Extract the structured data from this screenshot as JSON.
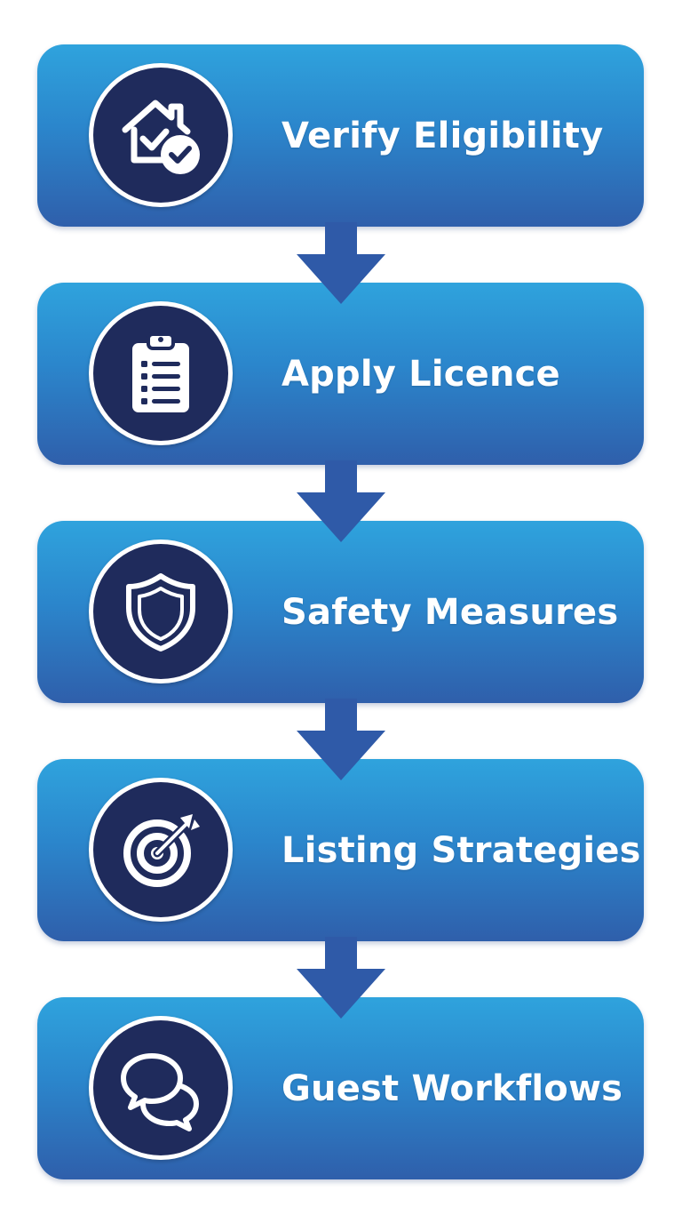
{
  "colors": {
    "box_top": "#2fa3dd",
    "box_bottom": "#2f5fab",
    "badge_fill": "#1f2b5c",
    "arrow": "#2f5aa8",
    "text": "#ffffff"
  },
  "steps": [
    {
      "label": "Verify Eligibility",
      "icon": "house-check-icon"
    },
    {
      "label": "Apply Licence",
      "icon": "clipboard-icon"
    },
    {
      "label": "Safety Measures",
      "icon": "shield-icon"
    },
    {
      "label": "Listing Strategies",
      "icon": "target-icon"
    },
    {
      "label": "Guest Workflows",
      "icon": "chat-bubbles-icon"
    }
  ]
}
